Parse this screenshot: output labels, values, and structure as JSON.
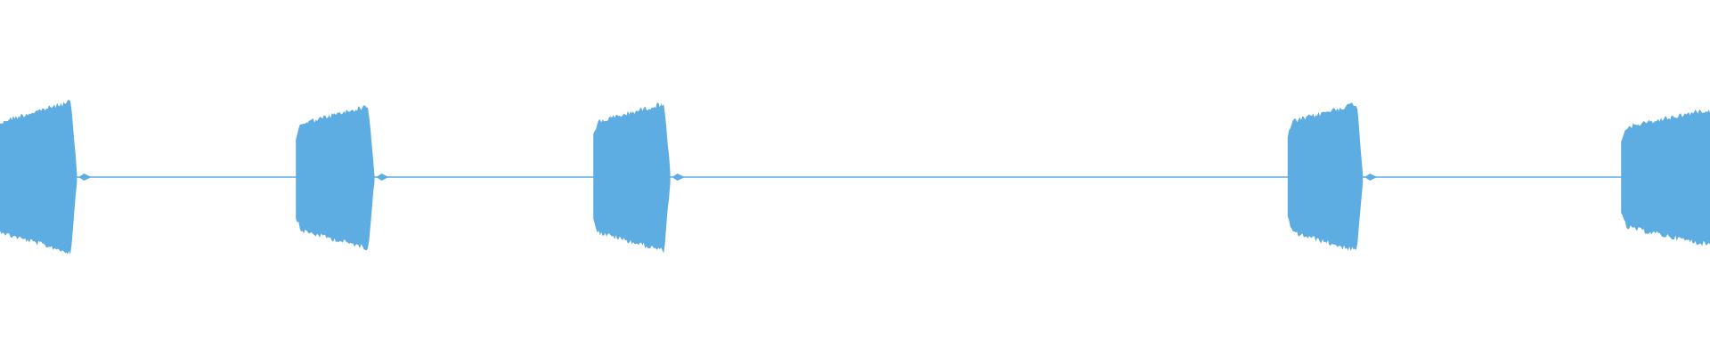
{
  "waveform": {
    "color": "#5dace2",
    "background": "#ffffff",
    "duration": 1.0,
    "bursts": [
      {
        "start": 0.0,
        "end": 0.045,
        "peak": 0.85
      },
      {
        "start": 0.173,
        "end": 0.219,
        "peak": 0.8
      },
      {
        "start": 0.347,
        "end": 0.392,
        "peak": 0.83
      },
      {
        "start": 0.753,
        "end": 0.797,
        "peak": 0.83
      },
      {
        "start": 0.948,
        "end": 1.0,
        "peak": 0.75
      }
    ]
  }
}
